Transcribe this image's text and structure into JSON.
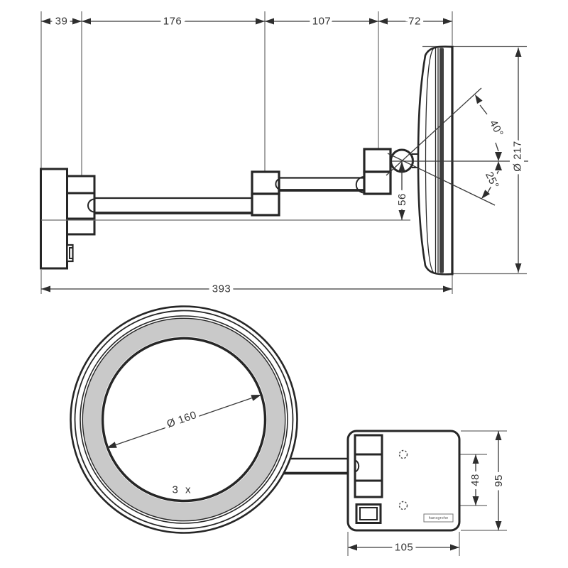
{
  "colors": {
    "line": "#262626",
    "dim_line": "#3a3a3a",
    "text": "#333333",
    "ring_fill": "#c9c9c9",
    "mirror_band": "#3f3f3f",
    "background": "#ffffff"
  },
  "side_view": {
    "dim_wall_offset": "39",
    "dim_arm1": "176",
    "dim_arm2": "107",
    "dim_head": "72",
    "dim_total": "393",
    "dim_drop": "56",
    "dim_mirror_diameter": "Ø 217",
    "angle_up": "40°",
    "angle_down": "25°"
  },
  "front_view": {
    "dim_mirror_inner_diameter": "Ø 160",
    "magnification": "3 x",
    "dim_hole_spacing": "48",
    "dim_plate_height": "95",
    "dim_plate_width": "105",
    "logo": "hansgrohe"
  }
}
